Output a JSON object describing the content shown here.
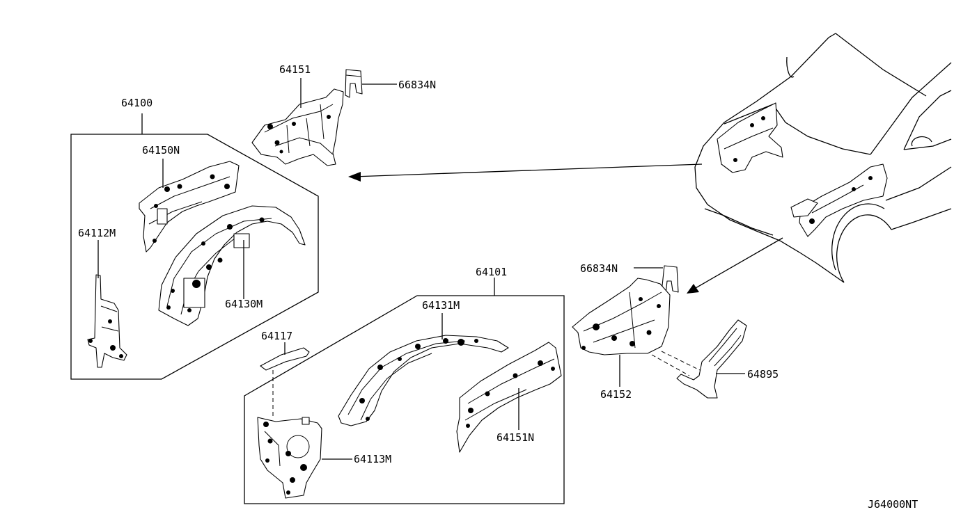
{
  "diagram_id": "J64000NT",
  "parts": {
    "p64151": "64151",
    "p66834N_top": "66834N",
    "p64100": "64100",
    "p64150N": "64150N",
    "p64112M": "64112M",
    "p64130M": "64130M",
    "p64101": "64101",
    "p64131M": "64131M",
    "p64117": "64117",
    "p64113M": "64113M",
    "p64151N": "64151N",
    "p66834N_right": "66834N",
    "p64152": "64152",
    "p64895": "64895"
  }
}
